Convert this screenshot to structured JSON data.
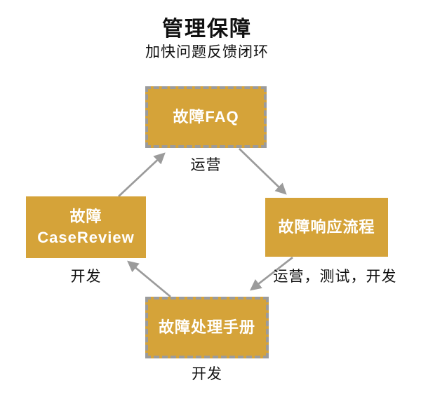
{
  "header": {
    "title": "管理保障",
    "subtitle": "加快问题反馈闭环"
  },
  "diagram": {
    "type": "cycle",
    "direction": "clockwise",
    "nodes": [
      {
        "id": "fault-faq",
        "label": "故障FAQ",
        "role": "运营",
        "border": "dashed",
        "position": "top"
      },
      {
        "id": "fault-response",
        "label": "故障响应流程",
        "role": "运营，测试，开发",
        "border": "none",
        "position": "right"
      },
      {
        "id": "fault-handbook",
        "label": "故障处理手册",
        "role": "开发",
        "border": "dashed",
        "position": "bottom"
      },
      {
        "id": "fault-casereview",
        "label_lines": {
          "0": "故障",
          "1": "CaseReview"
        },
        "role": "开发",
        "border": "none",
        "position": "left"
      }
    ],
    "edges": [
      {
        "from": "fault-casereview",
        "to": "fault-faq"
      },
      {
        "from": "fault-faq",
        "to": "fault-response"
      },
      {
        "from": "fault-response",
        "to": "fault-handbook"
      },
      {
        "from": "fault-handbook",
        "to": "fault-casereview"
      }
    ]
  },
  "colors": {
    "node_fill": "#d5a339",
    "node_text": "#ffffff",
    "dashed_border": "#9b9b9b",
    "arrow": "#9b9b9b",
    "text": "#111111",
    "background": "#ffffff"
  }
}
